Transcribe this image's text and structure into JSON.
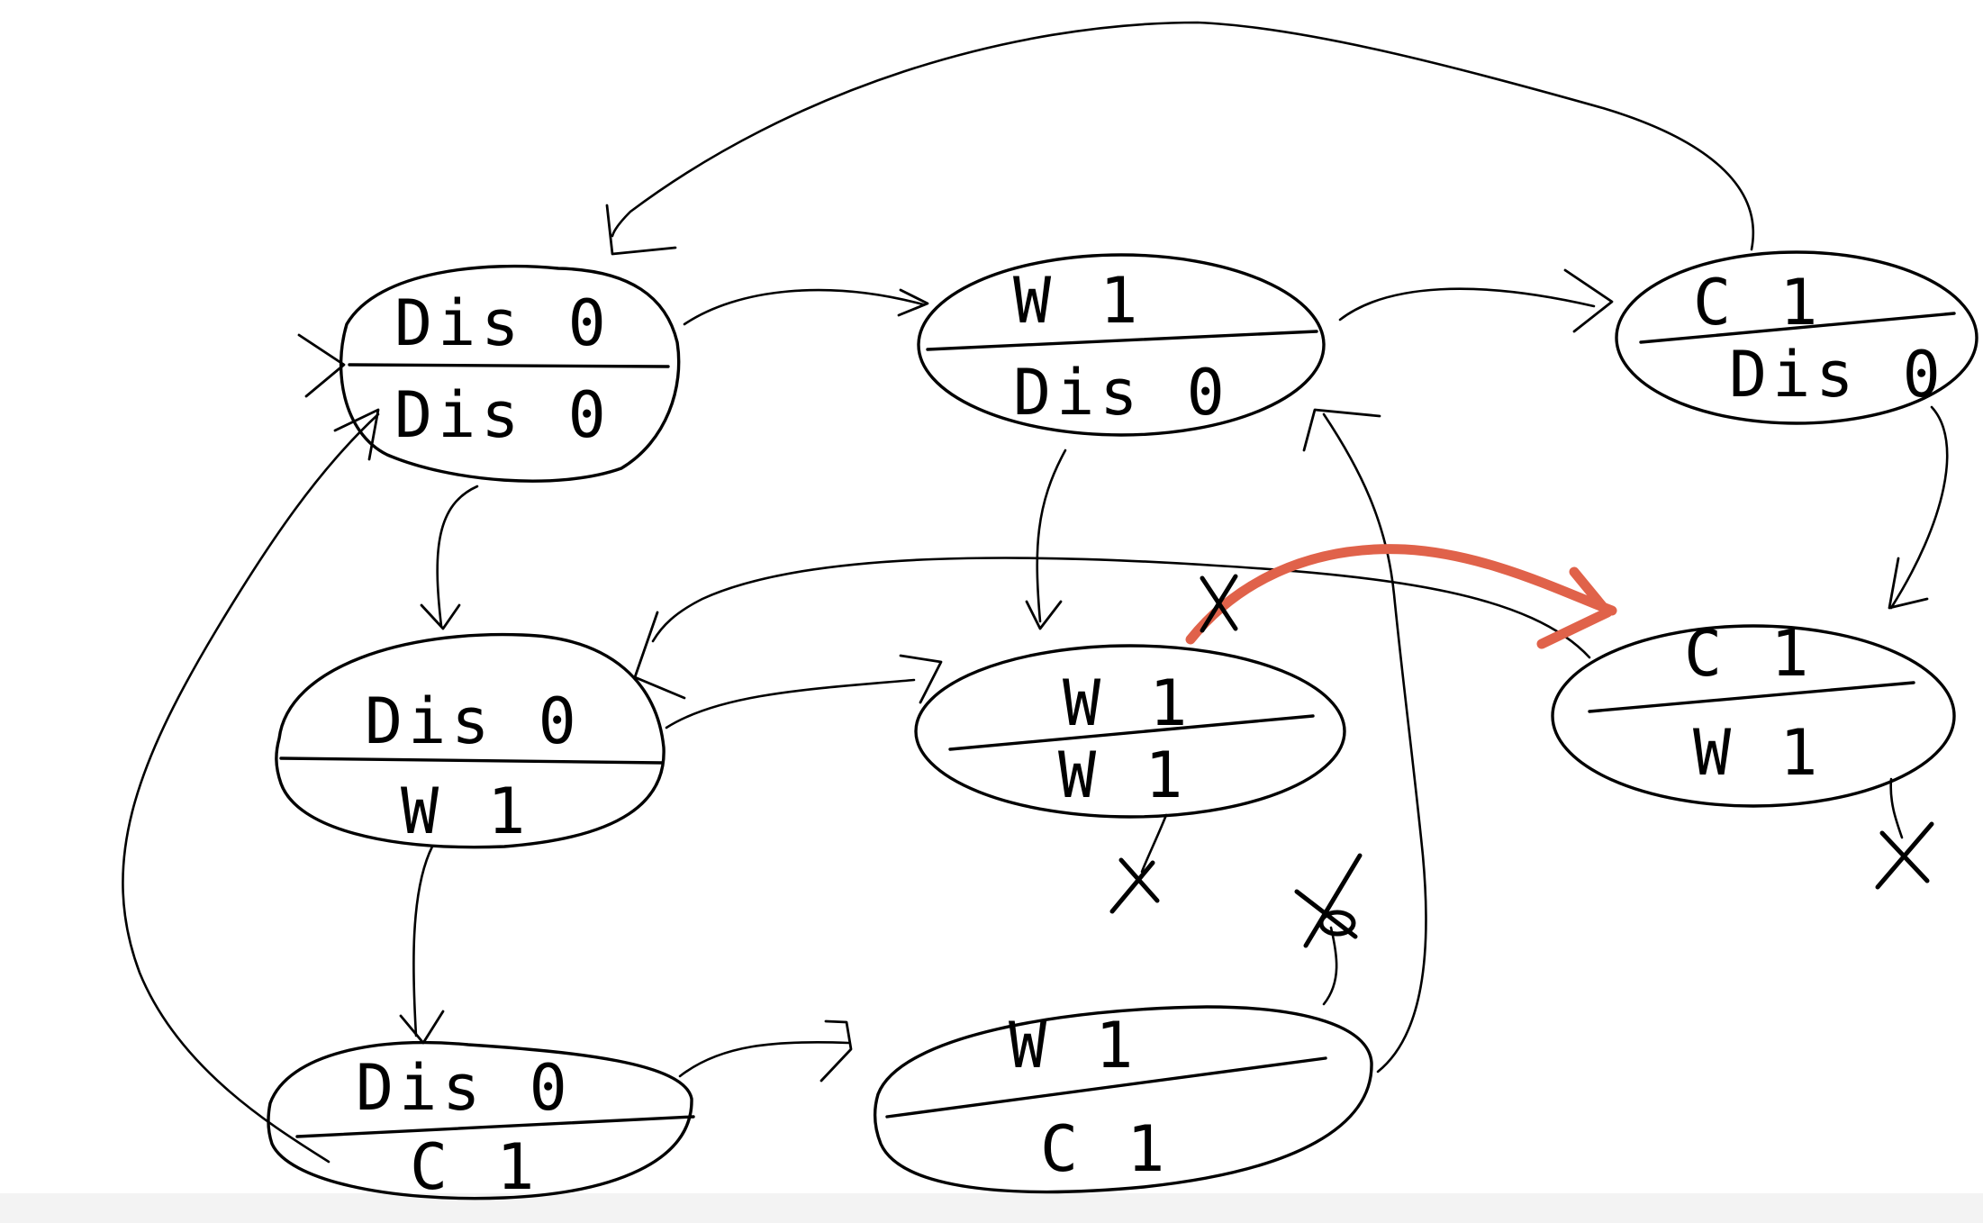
{
  "diagram": {
    "title": "",
    "nodes": [
      {
        "id": "n1",
        "top": "Dis  0",
        "bottom": "Dis  0"
      },
      {
        "id": "n2",
        "top": "W  1",
        "bottom": "Dis 0"
      },
      {
        "id": "n3",
        "top": "C 1",
        "bottom": "Dis 0"
      },
      {
        "id": "n4",
        "top": "Dis 0",
        "bottom": "W 1"
      },
      {
        "id": "n5",
        "top": "W 1",
        "bottom": "W 1"
      },
      {
        "id": "n6",
        "top": "C 1",
        "bottom": "W 1"
      },
      {
        "id": "n7",
        "top": "Dis 0",
        "bottom": "C 1"
      },
      {
        "id": "n8",
        "top": "W 1",
        "bottom": "C 1"
      }
    ],
    "edges": [
      {
        "from": "n1",
        "to": "n2"
      },
      {
        "from": "n2",
        "to": "n3"
      },
      {
        "from": "n3",
        "to": "n1"
      },
      {
        "from": "n1",
        "to": "n4"
      },
      {
        "from": "n2",
        "to": "n5"
      },
      {
        "from": "n3",
        "to": "n6"
      },
      {
        "from": "n4",
        "to": "n5"
      },
      {
        "from": "n6",
        "to": "n4"
      },
      {
        "from": "n4",
        "to": "n7"
      },
      {
        "from": "n7",
        "to": "n8"
      },
      {
        "from": "n7",
        "to": "n1"
      },
      {
        "from": "n8",
        "to": "n2"
      },
      {
        "from": "n5",
        "to": "n6",
        "highlighted": true
      }
    ],
    "highlight_color": "#e0624a",
    "dead_end_marks": [
      "n5-top",
      "n5-bottom",
      "n8-top",
      "n6-bottom"
    ]
  }
}
